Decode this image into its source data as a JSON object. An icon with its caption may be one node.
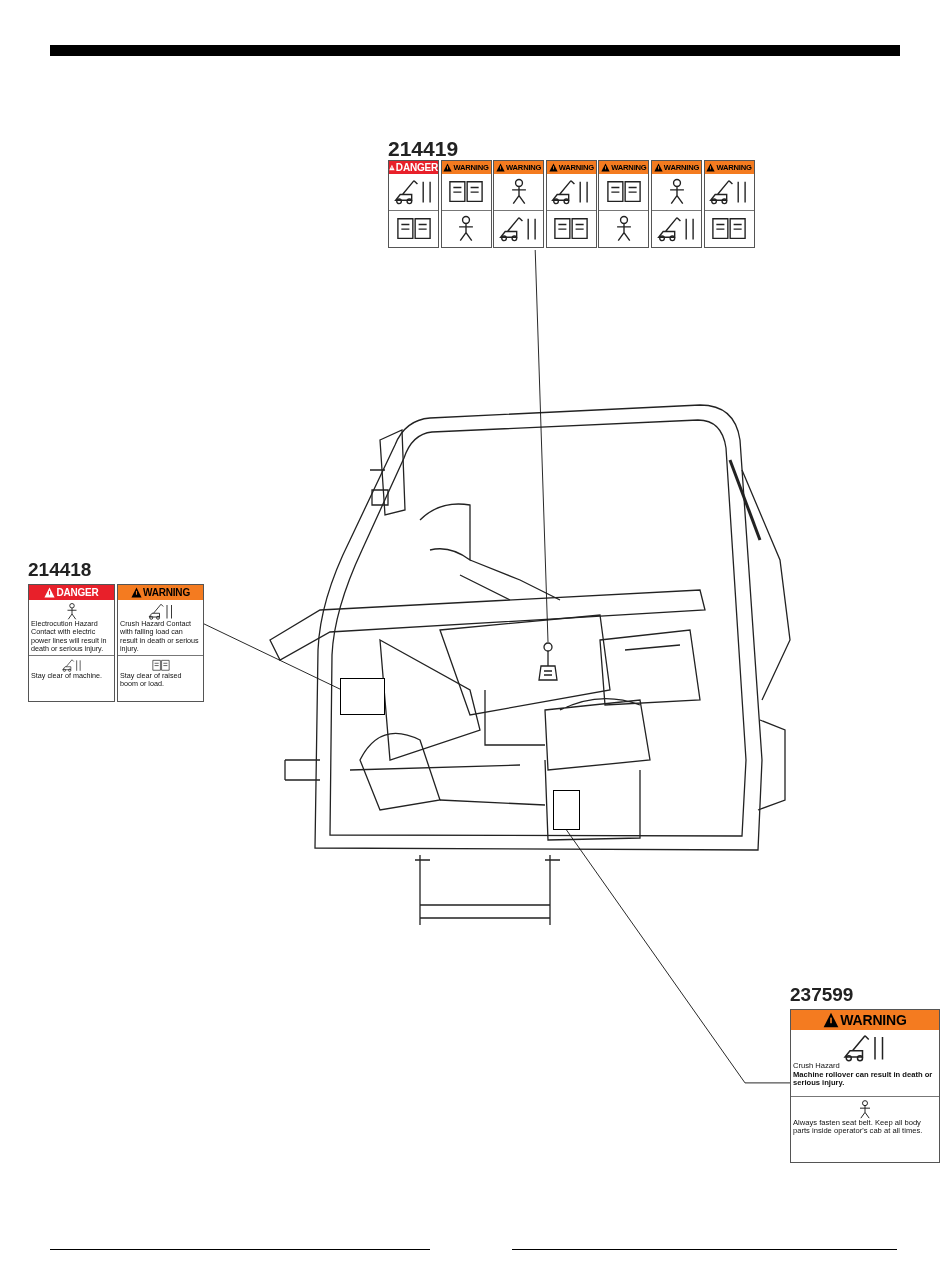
{
  "diagram": {
    "nodes": [
      {
        "text": [
          "214419"
        ]
      },
      {
        "text": [
          "DANGER"
        ],
        "in": 0
      },
      {
        "text": [
          "WARNING"
        ],
        "in": 0
      },
      {
        "text": [
          "WARNING"
        ],
        "in": 0
      },
      {
        "text": [
          "WARNING"
        ],
        "in": 0
      },
      {
        "text": [
          "WARNING"
        ],
        "in": 0
      },
      {
        "text": [
          "WARNING"
        ],
        "in": 0
      },
      {
        "text": [
          "WARNING"
        ],
        "in": 0
      },
      {
        "text": [
          "214418"
        ]
      },
      {
        "text": [
          "DANGER",
          "Electrocution Hazard Contact with electric power lines will result in death or serious injury.",
          "Stay clear of machine."
        ],
        "in": 8
      },
      {
        "text": [
          "WARNING",
          "Crush Hazard Contact with falling load can result in death or serious injury.",
          "Stay clear of raised boom or load."
        ],
        "in": 8
      },
      {
        "text": [
          "237599"
        ]
      },
      {
        "text": [
          "WARNING",
          "Crush Hazard",
          "Machine rollover can result in death or serious injury.",
          "Always fasten seat belt. Keep all body parts inside operator's cab at all times."
        ],
        "in": 11
      },
      {
        "text": [],
        "shape": "picture"
      },
      {
        "text": [],
        "shape": "picture",
        "in": 13
      },
      {
        "text": [],
        "shape": "box",
        "in": 13
      },
      {
        "text": [],
        "shape": "box",
        "in": 13
      }
    ],
    "edges": [
      {
        "from": 0,
        "to": 14,
        "arrow": "none"
      },
      {
        "from": 8,
        "to": 15,
        "arrow": "none"
      },
      {
        "from": 11,
        "to": 16,
        "arrow": "none"
      }
    ]
  }
}
